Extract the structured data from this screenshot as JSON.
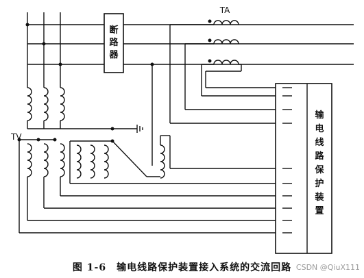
{
  "labels": {
    "breaker": "断路器",
    "ta": "TA",
    "tv": "TV",
    "device": "输电线路保护装置"
  },
  "caption": "图 1-6　输电线路保护装置接入系统的交流回路",
  "watermark": "CSDN @QiuX111"
}
